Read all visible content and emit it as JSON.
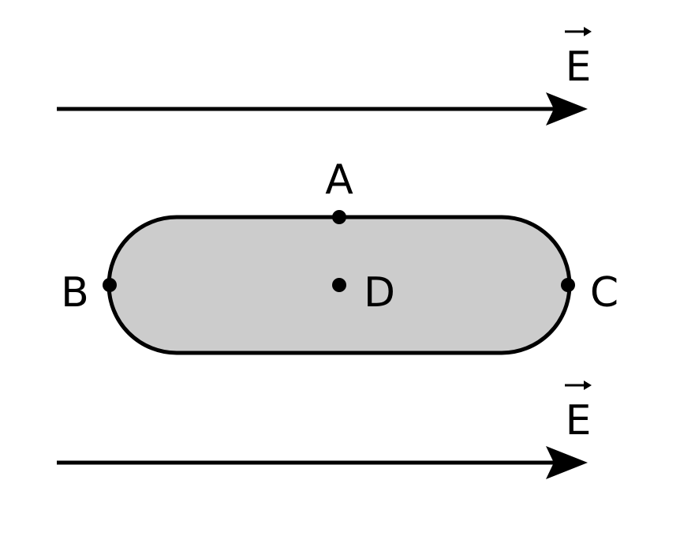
{
  "field_labels": {
    "top": "E",
    "bottom": "E"
  },
  "points": {
    "a": "A",
    "b": "B",
    "c": "C",
    "d": "D"
  },
  "colors": {
    "stroke": "#000000",
    "conductor_fill": "#cccccc",
    "background": "#ffffff"
  }
}
